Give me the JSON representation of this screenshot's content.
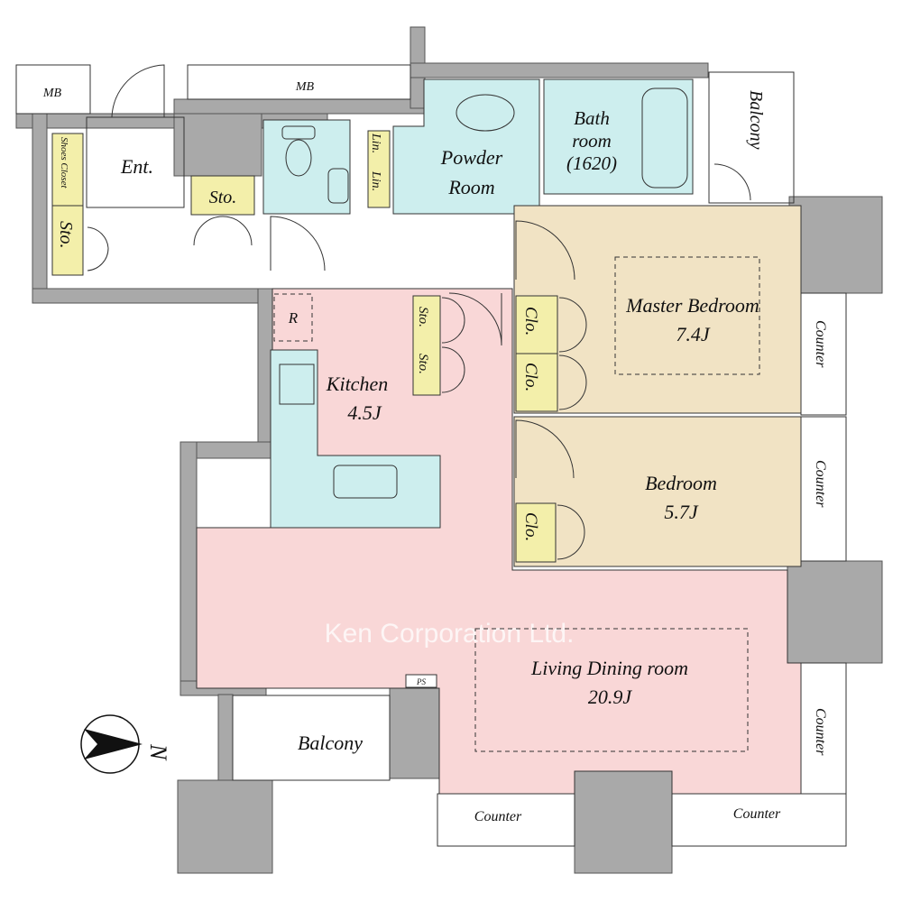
{
  "colors": {
    "living": "#f9d7d7",
    "wet": "#cdeeee",
    "bedroom": "#f1e3c4",
    "storage": "#f3efaa",
    "wall": "#a9a9a9"
  },
  "rooms": {
    "mb_left": "MB",
    "mb_top": "MB",
    "entrance": "Ent.",
    "shoes_closet": "Shoes Closet",
    "sto_left": "Sto.",
    "sto_hall": "Sto.",
    "lin1": "Lin.",
    "lin2": "Lin.",
    "powder": [
      "Powder",
      "Room"
    ],
    "bath": [
      "Bath",
      "room",
      "(1620)"
    ],
    "balcony_top": "Balcony",
    "master": [
      "Master Bedroom",
      "7.4J"
    ],
    "clo1": "Clo.",
    "clo2": "Clo.",
    "bedroom": [
      "Bedroom",
      "5.7J"
    ],
    "clo3": "Clo.",
    "counter_r1": "Counter",
    "counter_r2": "Counter",
    "counter_r3": "Counter",
    "fridge": "R",
    "sto_k1": "Sto.",
    "sto_k2": "Sto.",
    "kitchen": [
      "Kitchen",
      "4.5J"
    ],
    "living": [
      "Living Dining room",
      "20.9J"
    ],
    "ps": "PS",
    "balcony_bottom": "Balcony",
    "counter_b1": "Counter",
    "counter_b2": "Counter"
  },
  "compass": {
    "label": "N",
    "icon": "north-arrow-icon"
  },
  "watermark": "Ken Corporation Ltd."
}
